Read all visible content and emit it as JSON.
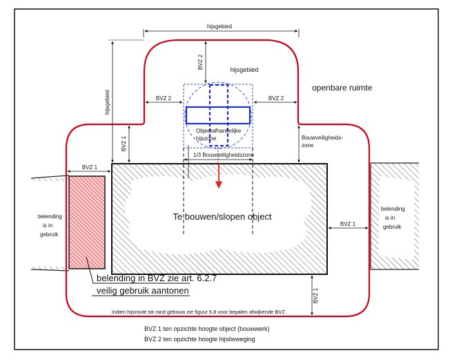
{
  "labels": {
    "hijsgebied_top": "hijsgebied",
    "hijsgebied_side": "hijsgebied",
    "hijsgebied_area": "hijsgebied",
    "bvz2_vertical": "BVZ 2",
    "bvz2_left": "BVZ 2",
    "bvz2_right": "BVZ 2",
    "bvz1_vertical_top": "BVZ 1",
    "bvz1_left": "BVZ 1",
    "bvz1_right": "BVZ 1",
    "bvz1_bottom": "BVZ 1",
    "openbare_ruimte": "openbare ruimte",
    "object_zone_line1": "Objectafhankelijke",
    "object_zone_line2": "hijszone",
    "bouwveiligheidszone_line1": "Bouwveiligheids-",
    "bouwveiligheidszone_line2": "zone",
    "one_third": "1/3 Bouwveiligheidszone",
    "object": "Te bouwen/slopen object",
    "belending_left": [
      "belending",
      "is in",
      "gebruik"
    ],
    "belending_right": [
      "belending",
      "is in",
      "gebruik"
    ],
    "belending_bvz_line1": "belending in BVZ zie art. 6.2.7",
    "belending_bvz_line2": "veilig gebruik aantonen",
    "hijsroute_note": "indien hijsroute tot rand gebouw zie figuur 6.8 voor bepalen afwijkende BVZ",
    "legend_bvz1": "BVZ 1 ten opzichte hoogte object (bouwwerk)",
    "legend_bvz2": "BVZ 2 ten opzichte hoogte hijsbeweging"
  },
  "colors": {
    "boundary": "#d0021b",
    "crane": "#1f2fd0",
    "zone": "#3a4fd8",
    "hatch": "#555555",
    "belending_fill": "#f3b7b7",
    "arrow": "#e0241b"
  }
}
